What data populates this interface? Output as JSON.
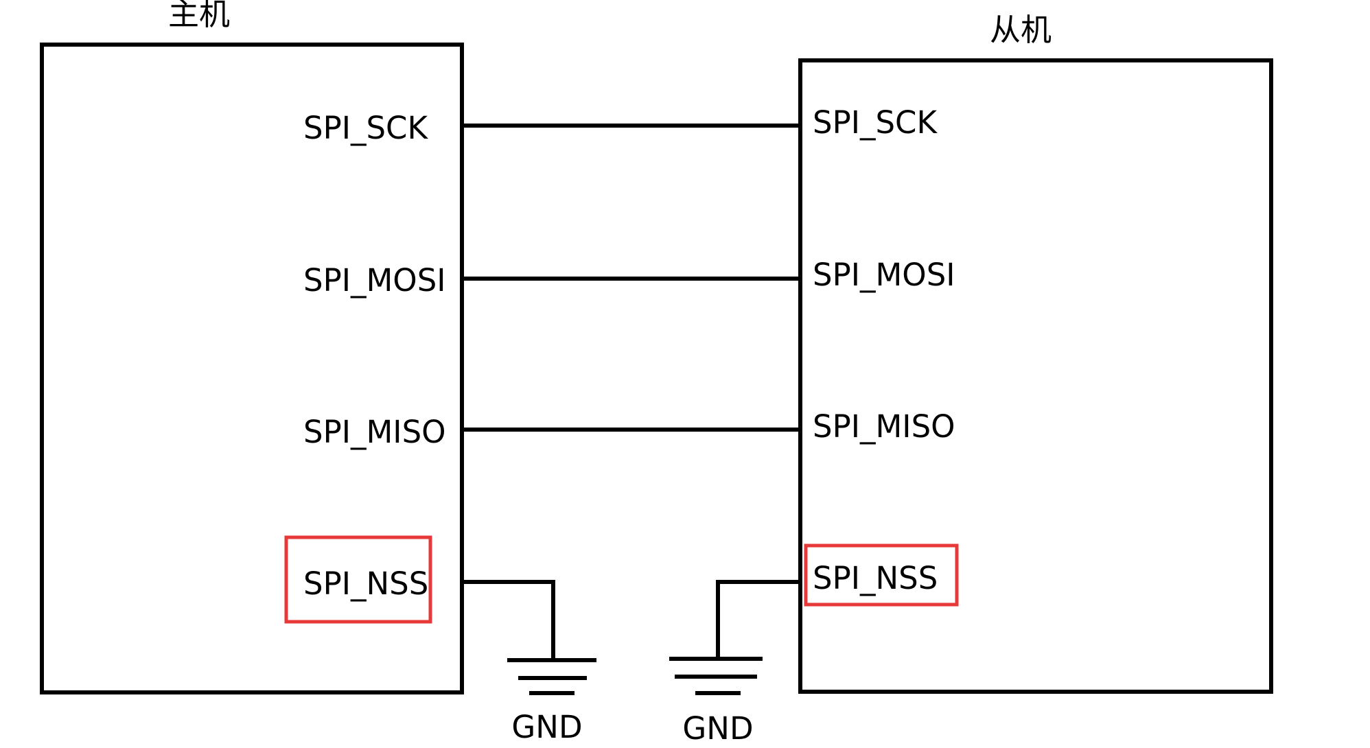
{
  "master": {
    "title": "主机",
    "pins": {
      "sck": "SPI_SCK",
      "mosi": "SPI_MOSI",
      "miso": "SPI_MISO",
      "nss": "SPI_NSS"
    }
  },
  "slave": {
    "title": "从机",
    "pins": {
      "sck": "SPI_SCK",
      "mosi": "SPI_MOSI",
      "miso": "SPI_MISO",
      "nss": "SPI_NSS"
    }
  },
  "ground": {
    "master_label": "GND",
    "slave_label": "GND"
  },
  "colors": {
    "line": "#000000",
    "highlight": "#e8393a",
    "background": "#ffffff"
  }
}
